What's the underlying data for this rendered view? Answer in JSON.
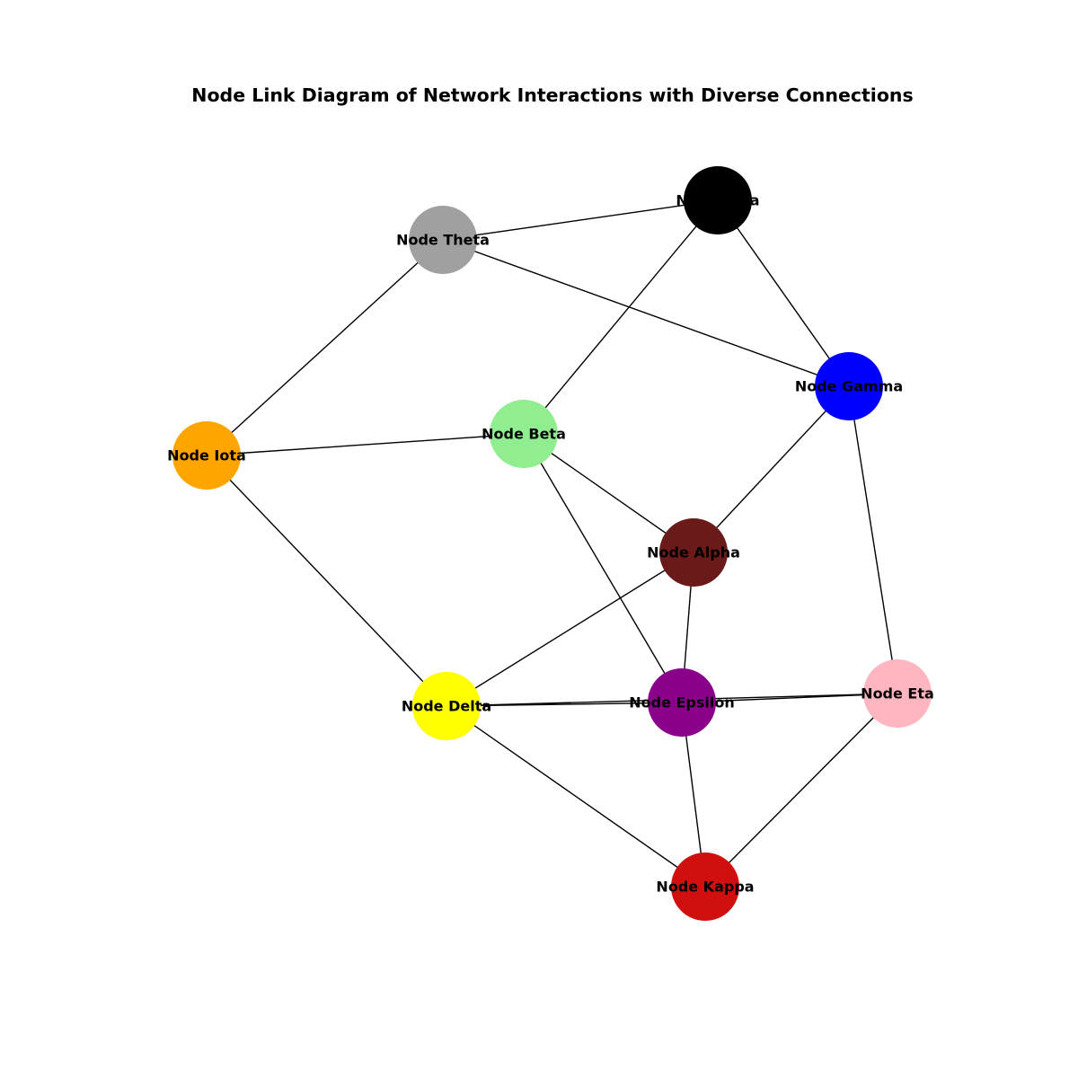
{
  "title": "Node Link Diagram of Network Interactions with Diverse Connections",
  "nodes": [
    {
      "id": "zeta",
      "label": "Node Zeta",
      "color": "#000000"
    },
    {
      "id": "theta",
      "label": "Node Theta",
      "color": "#a0a0a0"
    },
    {
      "id": "gamma",
      "label": "Node Gamma",
      "color": "#0000ff"
    },
    {
      "id": "beta",
      "label": "Node Beta",
      "color": "#90ee90"
    },
    {
      "id": "iota",
      "label": "Node Iota",
      "color": "#ffa500"
    },
    {
      "id": "alpha",
      "label": "Node Alpha",
      "color": "#6b1a1a"
    },
    {
      "id": "epsilon",
      "label": "Node Epsilon",
      "color": "#8b008b"
    },
    {
      "id": "delta",
      "label": "Node Delta",
      "color": "#ffff00"
    },
    {
      "id": "eta",
      "label": "Node Eta",
      "color": "#ffb6c1"
    },
    {
      "id": "kappa",
      "label": "Node Kappa",
      "color": "#d20f0f"
    }
  ],
  "edges": [
    {
      "source": "theta",
      "target": "zeta"
    },
    {
      "source": "zeta",
      "target": "beta"
    },
    {
      "source": "zeta",
      "target": "gamma"
    },
    {
      "source": "theta",
      "target": "gamma"
    },
    {
      "source": "theta",
      "target": "iota"
    },
    {
      "source": "iota",
      "target": "beta"
    },
    {
      "source": "iota",
      "target": "delta"
    },
    {
      "source": "beta",
      "target": "alpha"
    },
    {
      "source": "beta",
      "target": "epsilon"
    },
    {
      "source": "gamma",
      "target": "alpha"
    },
    {
      "source": "gamma",
      "target": "eta"
    },
    {
      "source": "alpha",
      "target": "delta"
    },
    {
      "source": "alpha",
      "target": "epsilon"
    },
    {
      "source": "delta",
      "target": "epsilon"
    },
    {
      "source": "delta",
      "target": "eta"
    },
    {
      "source": "epsilon",
      "target": "eta"
    },
    {
      "source": "delta",
      "target": "kappa"
    },
    {
      "source": "epsilon",
      "target": "kappa"
    },
    {
      "source": "eta",
      "target": "kappa"
    }
  ]
}
